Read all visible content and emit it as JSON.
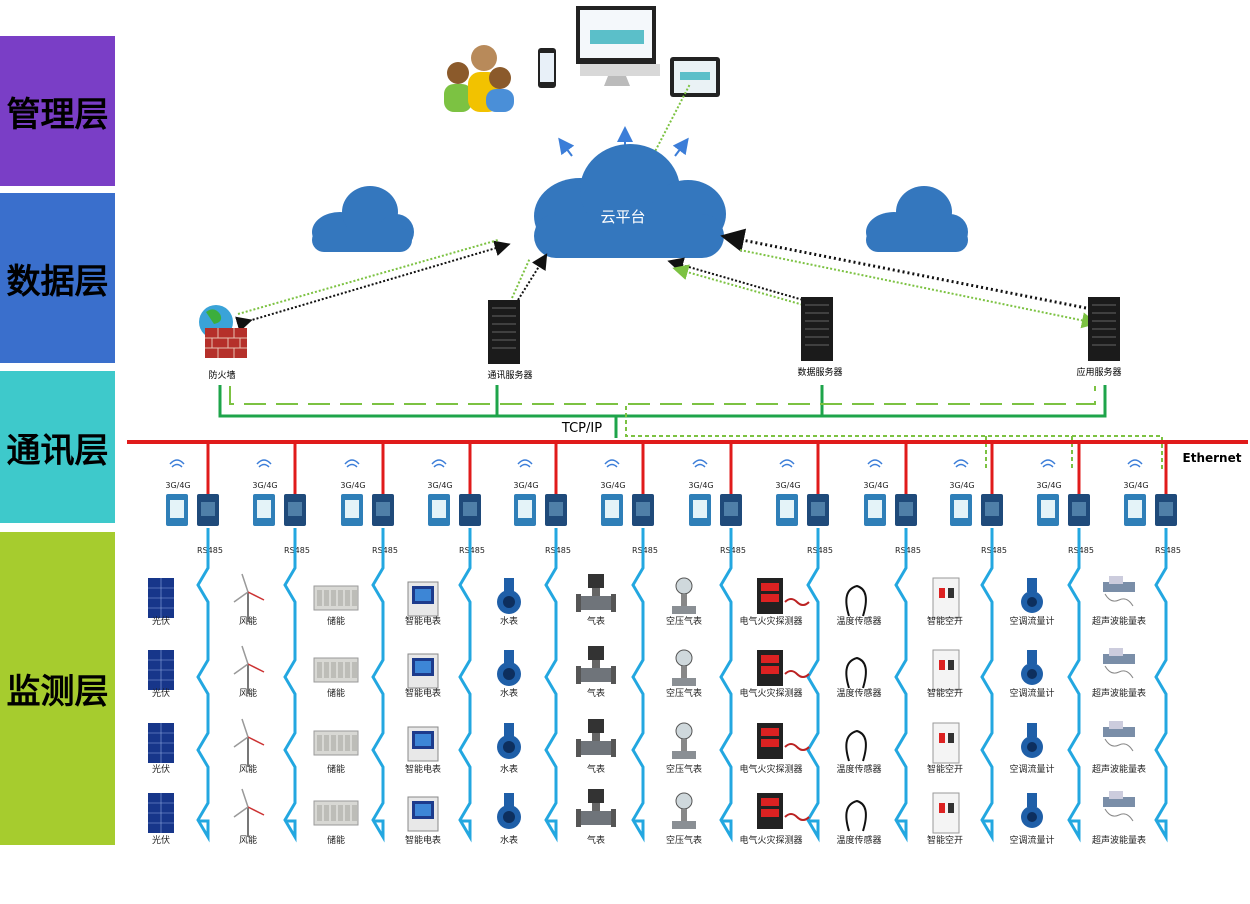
{
  "layers": [
    {
      "label": "管理层",
      "color": "#7a3ec6"
    },
    {
      "label": "数据层",
      "color": "#3a6fcc"
    },
    {
      "label": "通讯层",
      "color": "#3ec9cb"
    },
    {
      "label": "监测层",
      "color": "#a6cc2e"
    }
  ],
  "cloud": {
    "label": "云平台"
  },
  "servers": [
    "防火墙",
    "通讯服务器",
    "数据服务器",
    "应用服务器"
  ],
  "network": {
    "tcp": "TCP/IP",
    "ethernet": "Ethernet",
    "gateway_label": "3G/4G",
    "bus_label": "RS485"
  },
  "columns": [
    {
      "devices": [
        "光伏",
        "光伏",
        "光伏",
        "光伏"
      ],
      "icon": "solar-panel-icon"
    },
    {
      "devices": [
        "风能",
        "风能",
        "风能",
        "风能"
      ],
      "icon": "wind-turbine-icon"
    },
    {
      "devices": [
        "储能",
        "储能",
        "储能",
        "储能"
      ],
      "icon": "battery-storage-icon"
    },
    {
      "devices": [
        "智能电表",
        "智能电表",
        "智能电表",
        "智能电表"
      ],
      "icon": "smart-meter-icon"
    },
    {
      "devices": [
        "水表",
        "水表",
        "水表",
        "水表"
      ],
      "icon": "water-meter-icon"
    },
    {
      "devices": [
        "气表",
        "气表",
        "气表",
        "气表"
      ],
      "icon": "gas-meter-icon"
    },
    {
      "devices": [
        "空压气表",
        "空压气表",
        "空压气表",
        "空压气表"
      ],
      "icon": "air-compressor-meter-icon"
    },
    {
      "devices": [
        "电气火灾探测器",
        "电气火灾探测器",
        "电气火灾探测器",
        "电气火灾探测器"
      ],
      "icon": "fire-detector-icon"
    },
    {
      "devices": [
        "温度传感器",
        "温度传感器",
        "温度传感器",
        "温度传感器"
      ],
      "icon": "temperature-sensor-icon"
    },
    {
      "devices": [
        "智能空开",
        "智能空开",
        "智能空开",
        "智能空开"
      ],
      "icon": "smart-breaker-icon"
    },
    {
      "devices": [
        "空调流量计",
        "空调流量计",
        "空调流量计",
        "空调流量计"
      ],
      "icon": "flow-meter-icon"
    },
    {
      "devices": [
        "超声波能量表",
        "超声波能量表",
        "超声波能量表",
        "超声波能量表"
      ],
      "icon": "ultrasonic-meter-icon"
    }
  ]
}
